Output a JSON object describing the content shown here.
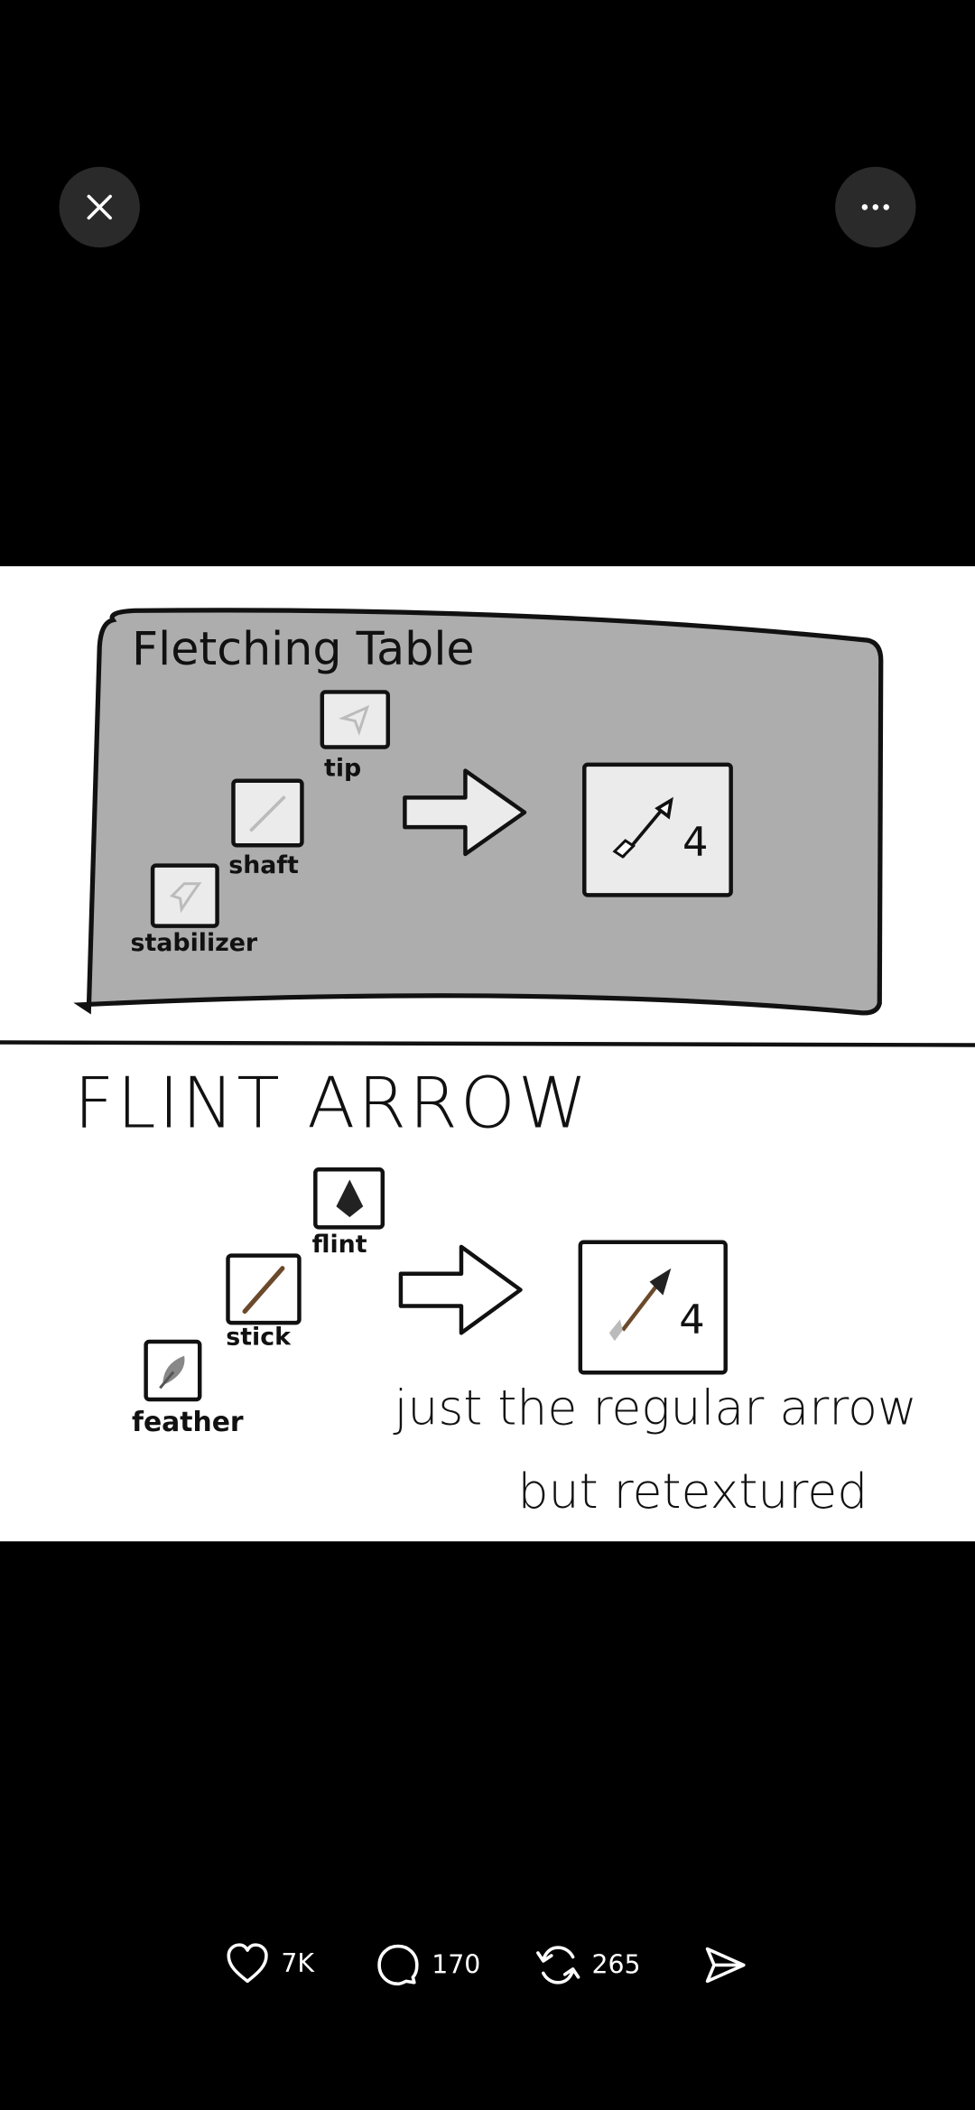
{
  "viewer": {
    "close_icon": "close-icon",
    "more_icon": "more-horizontal-icon"
  },
  "image": {
    "panel1": {
      "title": "Fletching Table",
      "ingredients": [
        {
          "label": "tip",
          "icon": "arrow-tip-icon"
        },
        {
          "label": "shaft",
          "icon": "shaft-icon"
        },
        {
          "label": "stabilizer",
          "icon": "stabilizer-icon"
        }
      ],
      "result_count": "4",
      "panel_color": "#adadad"
    },
    "panel2": {
      "title": "FLINT ARROW",
      "ingredients": [
        {
          "label": "flint",
          "icon": "flint-icon"
        },
        {
          "label": "stick",
          "icon": "stick-icon"
        },
        {
          "label": "feather",
          "icon": "feather-icon"
        }
      ],
      "result_count": "4",
      "caption_line1": "just the regular arrow",
      "caption_line2": "but retextured"
    }
  },
  "actions": {
    "likes": "7K",
    "replies": "170",
    "reposts": "265"
  }
}
